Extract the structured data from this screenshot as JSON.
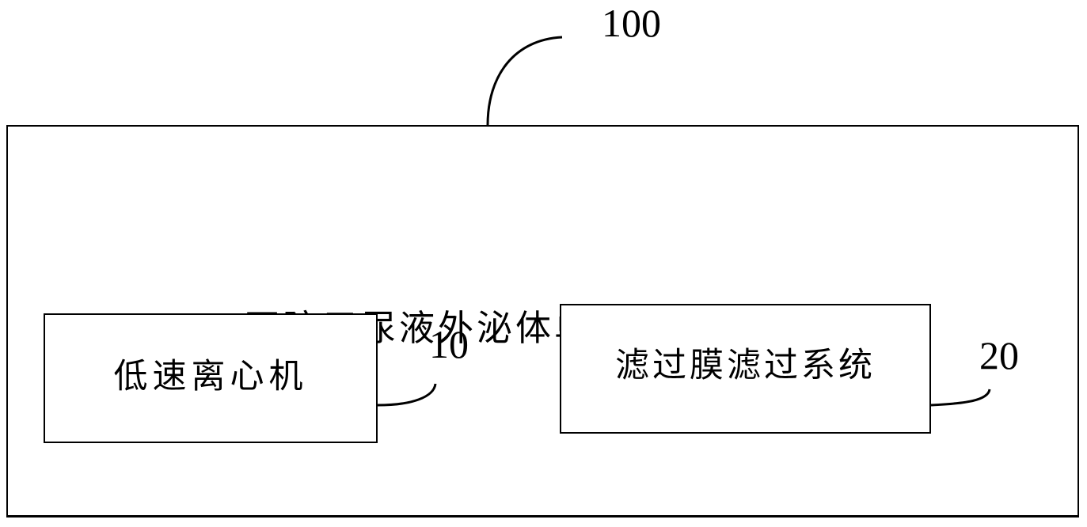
{
  "diagram": {
    "system": {
      "title": "医院用尿液外泌体单膜富集系统",
      "reference_numeral": "100"
    },
    "components": [
      {
        "label": "低速离心机",
        "reference_numeral": "10"
      },
      {
        "label": "滤过膜滤过系统",
        "reference_numeral": "20"
      }
    ]
  }
}
